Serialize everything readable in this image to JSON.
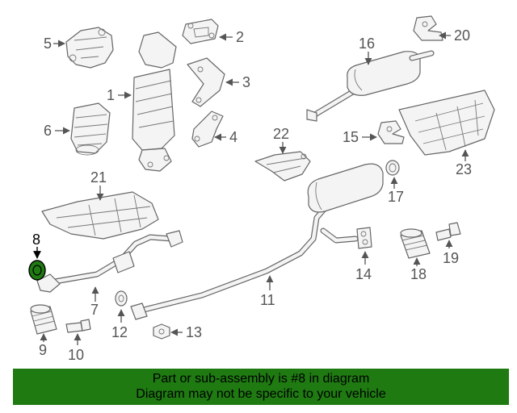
{
  "callouts": {
    "c1": "1",
    "c2": "2",
    "c3": "3",
    "c4": "4",
    "c5": "5",
    "c6": "6",
    "c7": "7",
    "c8": "8",
    "c9": "9",
    "c10": "10",
    "c11": "11",
    "c12": "12",
    "c13": "13",
    "c14": "14",
    "c15": "15",
    "c16": "16",
    "c17": "17",
    "c18": "18",
    "c19": "19",
    "c20": "20",
    "c21": "21",
    "c22": "22",
    "c23": "23"
  },
  "highlight": {
    "part_number": "8",
    "color": "#1f7a12"
  },
  "banner": {
    "line1": "Part or sub-assembly is #8 in diagram",
    "line2": "Diagram may not be specific to your vehicle",
    "background": "#1f7a12"
  }
}
